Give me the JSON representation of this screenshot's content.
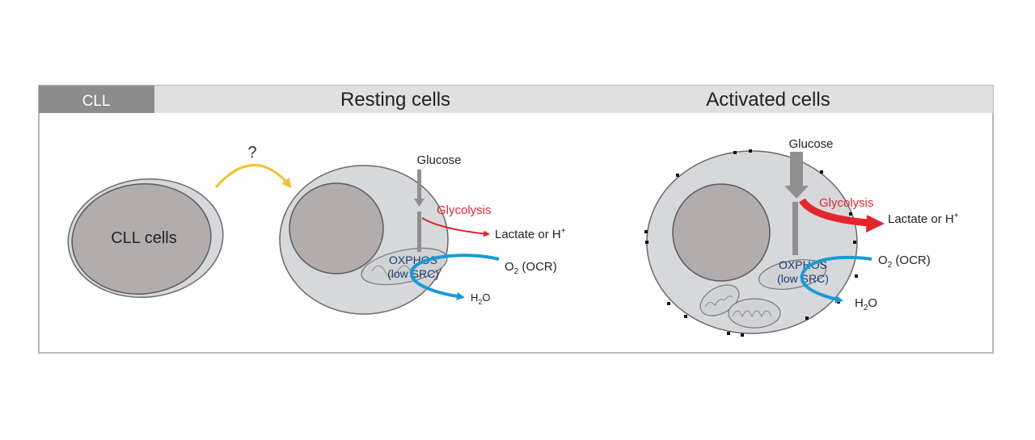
{
  "header": {
    "tag_label": "CLL",
    "resting_title": "Resting cells",
    "activated_title": "Activated cells"
  },
  "cll_cell": {
    "label": "CLL cells",
    "transition_symbol": "?"
  },
  "resting": {
    "glucose": "Glucose",
    "glycolysis": "Glycolysis",
    "lactate": "Lactate or H",
    "lactate_sup": "+",
    "oxphos": "OXPHOS",
    "oxphos_sub": "(low SRC)",
    "o2": "O",
    "o2_sub": "2",
    "o2_rest": " (OCR)",
    "h2o_h": "H",
    "h2o_sub": "2",
    "h2o_o": "O"
  },
  "activated": {
    "glucose": "Glucose",
    "glycolysis": "Glycolysis",
    "lactate": "Lactate or H",
    "lactate_sup": "+",
    "oxphos": "OXPHOS",
    "oxphos_sub": "(low SRC)",
    "o2": "O",
    "o2_sub": "2",
    "o2_rest": " (OCR)",
    "h2o_h": "H",
    "h2o_sub": "2",
    "h2o_o": "O"
  },
  "colors": {
    "header_bar": "#e0e0e0",
    "tag_box": "#8c8c8c",
    "cell_fill": "#d6d8dc",
    "nucleus_fill": "#b3acac",
    "glycolysis_red": "#e3262d",
    "oxphos_blue": "#1a9ad6",
    "transition_yellow": "#f2c12e",
    "glucose_gray": "#8f8f8f"
  }
}
